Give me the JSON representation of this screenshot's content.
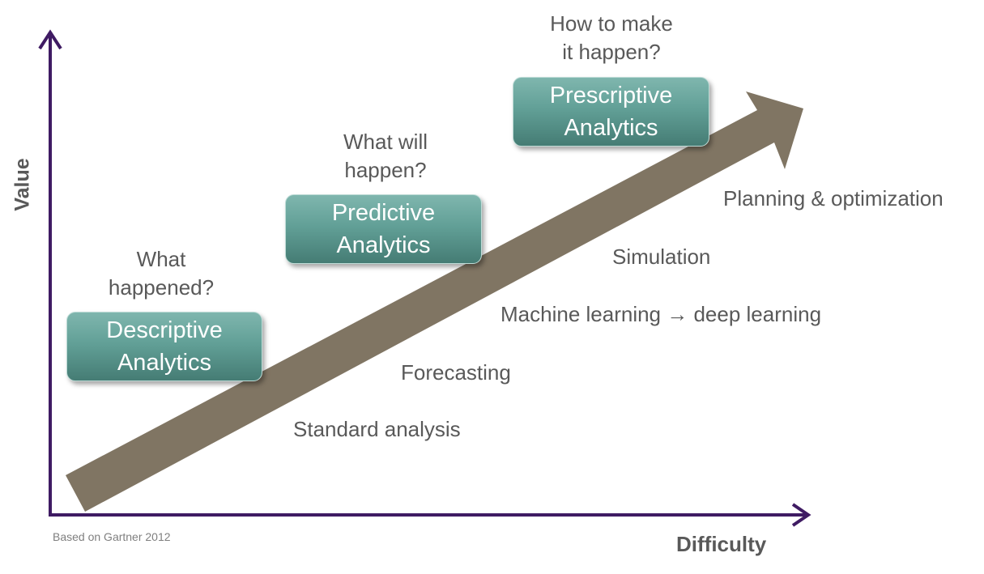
{
  "axes": {
    "y_label": "Value",
    "x_label": "Difficulty",
    "axis_color": "#3f1b63"
  },
  "arrow": {
    "color": "#807563"
  },
  "stages": [
    {
      "name": "descriptive",
      "box_lines": [
        "Descriptive",
        "Analytics"
      ],
      "question_lines": [
        "What",
        "happened?"
      ]
    },
    {
      "name": "predictive",
      "box_lines": [
        "Predictive",
        "Analytics"
      ],
      "question_lines": [
        "What will",
        "happen?"
      ]
    },
    {
      "name": "prescriptive",
      "box_lines": [
        "Prescriptive",
        "Analytics"
      ],
      "question_lines": [
        "How to make",
        "it happen?"
      ]
    }
  ],
  "techniques": [
    "Standard analysis",
    "Forecasting",
    "Machine learning → deep learning",
    "Simulation",
    "Planning & optimization"
  ],
  "source_note": "Based on Gartner 2012",
  "colors": {
    "box_fill": "#62a097",
    "text_gray": "#595959"
  }
}
